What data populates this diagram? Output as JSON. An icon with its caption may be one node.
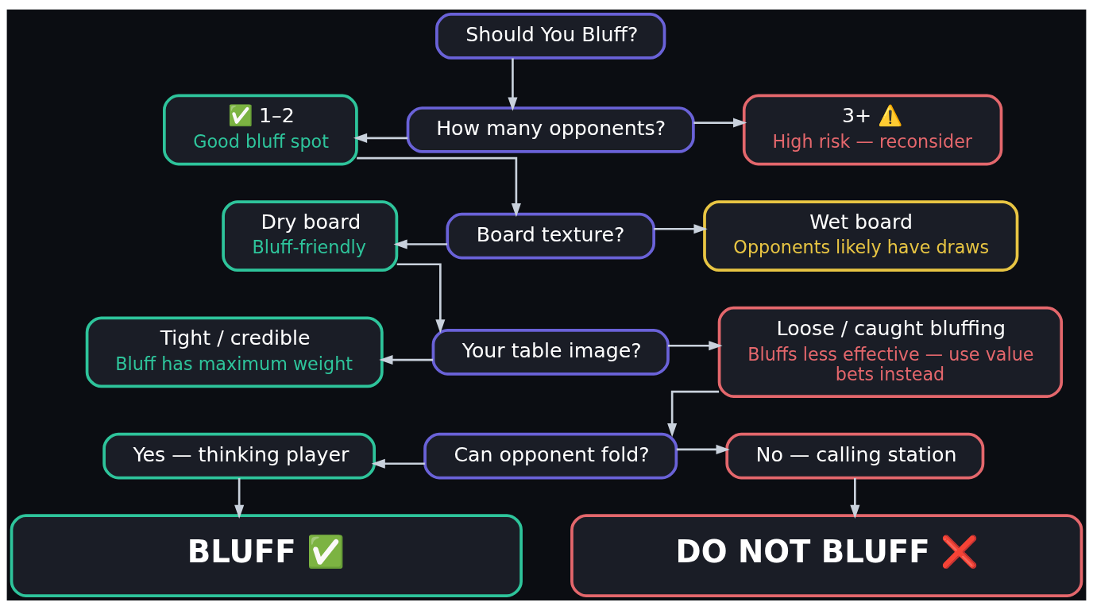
{
  "diagram": {
    "nodes": [
      {
        "text": [
          "Should You Bluff?"
        ]
      },
      {
        "text": [
          "✅ 1–2",
          "Good bluff spot"
        ]
      },
      {
        "text": [
          "How many opponents?"
        ]
      },
      {
        "text": [
          "3+ ⚠️",
          "High risk — reconsider"
        ]
      },
      {
        "text": [
          "Dry board",
          "Bluff-friendly"
        ]
      },
      {
        "text": [
          "Board texture?"
        ]
      },
      {
        "text": [
          "Wet board",
          "Opponents likely have draws"
        ]
      },
      {
        "text": [
          "Tight / credible",
          "Bluff has maximum weight"
        ]
      },
      {
        "text": [
          "Your table image?"
        ]
      },
      {
        "text": [
          "Loose / caught bluffing",
          "Bluffs less effective — use value bets instead"
        ]
      },
      {
        "text": [
          "Yes — thinking player"
        ]
      },
      {
        "text": [
          "Can opponent fold?"
        ]
      },
      {
        "text": [
          "No — calling station"
        ]
      },
      {
        "text": [
          "BLUFF ✅"
        ]
      },
      {
        "text": [
          "DO NOT BLUFF ❌"
        ]
      }
    ],
    "edges": [
      {
        "from": 0,
        "to": 2,
        "arrow": "to"
      },
      {
        "from": 2,
        "to": 1,
        "arrow": "to"
      },
      {
        "from": 2,
        "to": 3,
        "arrow": "to"
      },
      {
        "from": 1,
        "to": 5,
        "arrow": "to"
      },
      {
        "from": 5,
        "to": 4,
        "arrow": "to"
      },
      {
        "from": 5,
        "to": 6,
        "arrow": "to"
      },
      {
        "from": 4,
        "to": 8,
        "arrow": "to"
      },
      {
        "from": 8,
        "to": 7,
        "arrow": "to"
      },
      {
        "from": 8,
        "to": 9,
        "arrow": "to"
      },
      {
        "from": 9,
        "to": 11,
        "arrow": "to"
      },
      {
        "from": 11,
        "to": 10,
        "arrow": "to"
      },
      {
        "from": 11,
        "to": 12,
        "arrow": "to"
      },
      {
        "from": 10,
        "to": 13,
        "arrow": "to"
      },
      {
        "from": 12,
        "to": 14,
        "arrow": "to"
      }
    ]
  }
}
